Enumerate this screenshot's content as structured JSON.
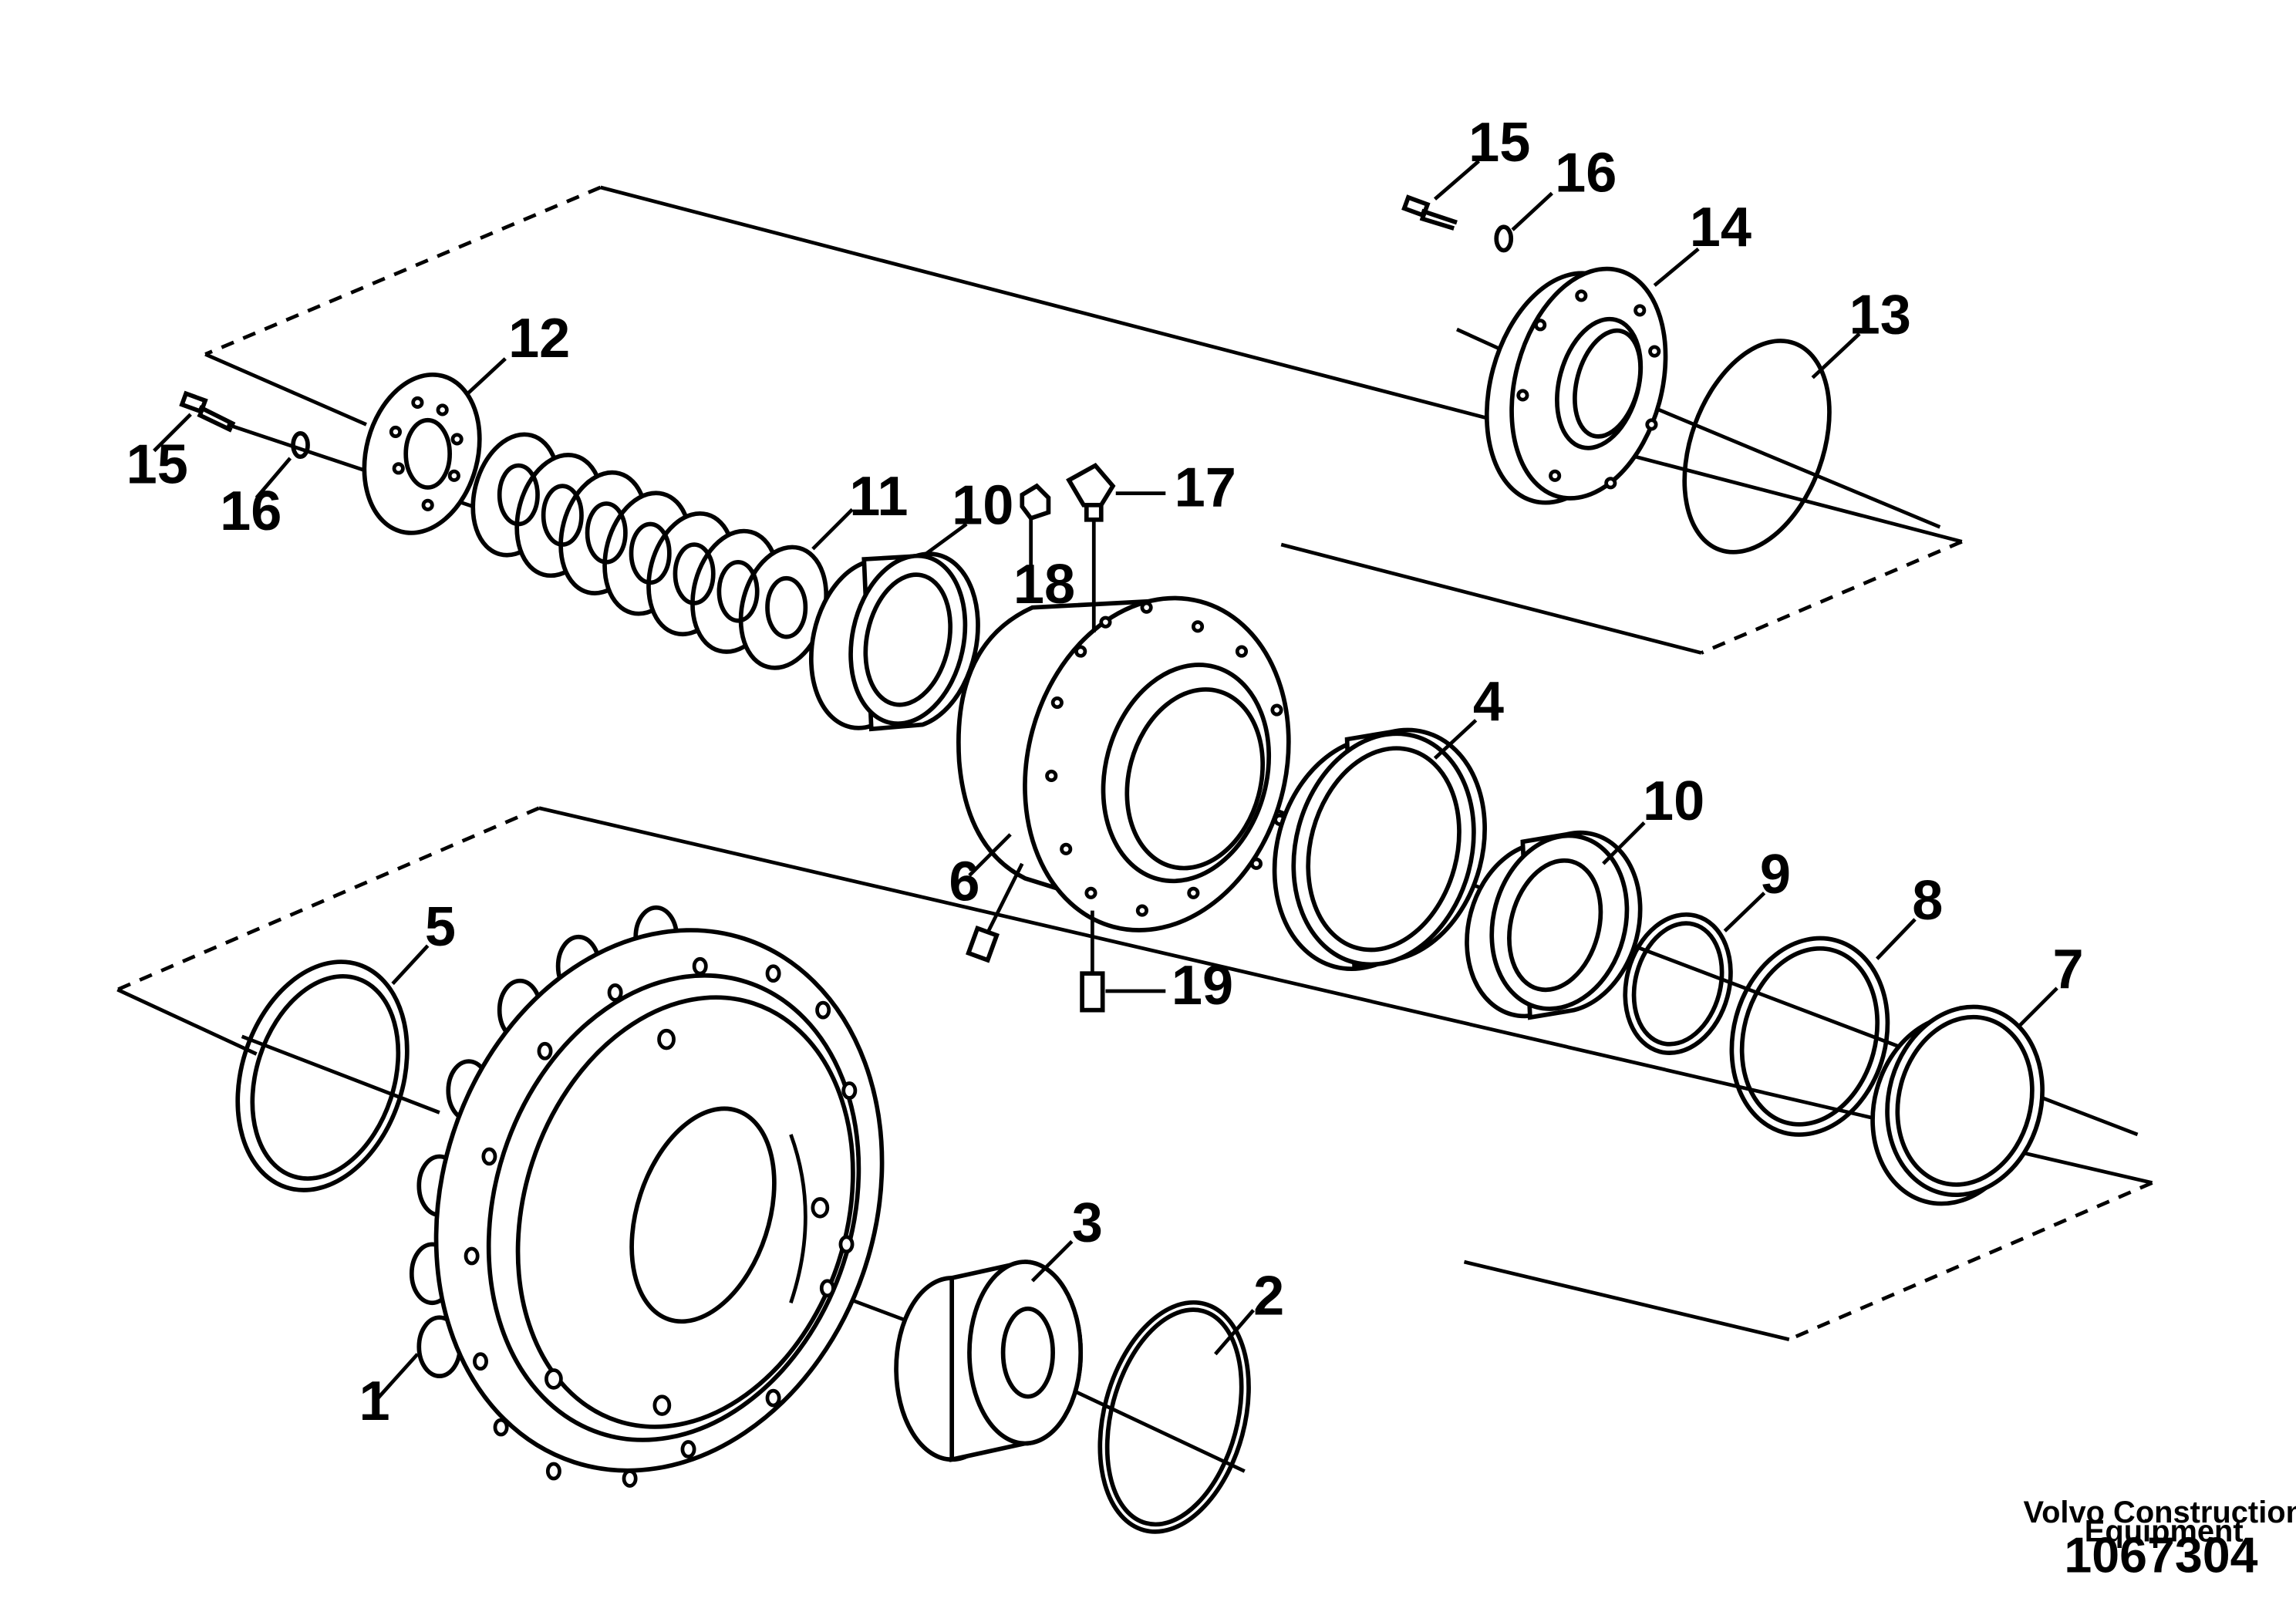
{
  "callouts": {
    "c1": "1",
    "c2": "2",
    "c3": "3",
    "c4": "4",
    "c5": "5",
    "c6": "6",
    "c7": "7",
    "c8": "8",
    "c9": "9",
    "c10a": "10",
    "c10b": "10",
    "c11": "11",
    "c12": "12",
    "c13": "13",
    "c14": "14",
    "c15a": "15",
    "c15b": "15",
    "c16a": "16",
    "c16b": "16",
    "c17": "17",
    "c18": "18",
    "c19": "19"
  },
  "credit": {
    "line1": "Volvo Construction",
    "line2": "Equipment"
  },
  "document_number": "1067304"
}
